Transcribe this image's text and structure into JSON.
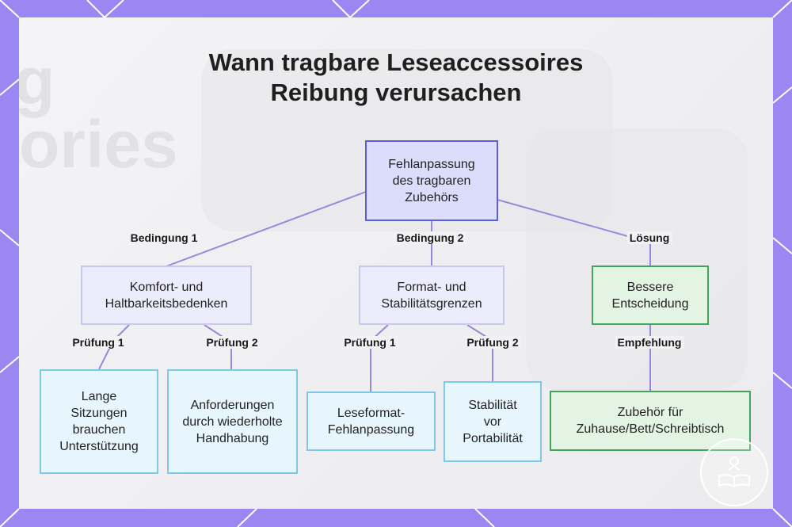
{
  "title_lines": [
    "Wann tragbare Leseaccessoires",
    "Reibung verursachen"
  ],
  "background_text": [
    "g",
    "ories"
  ],
  "nodes": {
    "root": "Fehlanpassung des tragbaren Zubehörs",
    "comfort": "Komfort- und Haltbarkeitsbedenken",
    "format": "Format- und Stabilitätsgrenzen",
    "better": "Bessere Entscheidung",
    "long_sessions": "Lange Sitzungen brauchen Unterstützung",
    "handling": "Anforderungen durch wiederholte Handhabung",
    "format_mismatch": "Leseformat-Fehlanpassung",
    "stability": "Stabilität vor Portabilität",
    "home": "Zubehör für Zuhause/Bett/Schreibtisch"
  },
  "edge_labels": {
    "condition1": "Bedingung 1",
    "condition2": "Bedingung 2",
    "solution": "Lösung",
    "check1_left": "Prüfung 1",
    "check2_left": "Prüfung 2",
    "check1_mid": "Prüfung 1",
    "check2_mid": "Prüfung 2",
    "recommendation": "Empfehlung"
  },
  "colors": {
    "frame": "#9b87f2",
    "root_fill": "#dcdcfb",
    "root_border": "#5b5ed6",
    "category_border": "#c7c8f2",
    "leaf_border": "#7ec8ea",
    "solution_border": "#3fa65b",
    "connector": "#9a86dc"
  },
  "logo_icon": "book-reader-logo"
}
